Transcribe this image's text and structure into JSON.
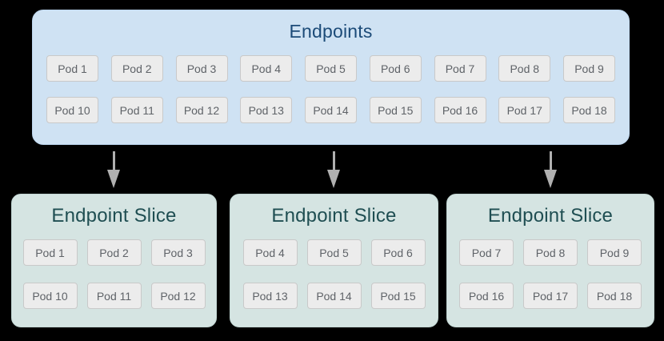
{
  "endpoints_box": {
    "title": "Endpoints",
    "pods_row1": [
      "Pod 1",
      "Pod 2",
      "Pod 3",
      "Pod 4",
      "Pod 5",
      "Pod 6",
      "Pod 7",
      "Pod 8",
      "Pod 9"
    ],
    "pods_row2": [
      "Pod 10",
      "Pod 11",
      "Pod 12",
      "Pod 13",
      "Pod 14",
      "Pod 15",
      "Pod 16",
      "Pod 17",
      "Pod 18"
    ]
  },
  "arrows": {
    "icon": "arrow-down-icon",
    "direction": "down",
    "count": 3
  },
  "slices": [
    {
      "title": "Endpoint Slice",
      "pods_row1": [
        "Pod 1",
        "Pod 2",
        "Pod 3"
      ],
      "pods_row2": [
        "Pod 10",
        "Pod 11",
        "Pod 12"
      ]
    },
    {
      "title": "Endpoint Slice",
      "pods_row1": [
        "Pod 4",
        "Pod 5",
        "Pod 6"
      ],
      "pods_row2": [
        "Pod 13",
        "Pod 14",
        "Pod 15"
      ]
    },
    {
      "title": "Endpoint Slice",
      "pods_row1": [
        "Pod 7",
        "Pod 8",
        "Pod 9"
      ],
      "pods_row2": [
        "Pod 16",
        "Pod 17",
        "Pod 18"
      ]
    }
  ],
  "colors": {
    "page_background": "#000000",
    "endpoints_box_background": "#cfe2f3",
    "endpoints_title_text": "#1c4b78",
    "slice_box_background": "#d5e4e2",
    "slice_title_text": "#1f4e52",
    "pod_chip_background": "#ececec",
    "pod_chip_border": "#c9c9c9",
    "pod_chip_text": "#5f6368",
    "arrow": "#b0b0b0"
  }
}
